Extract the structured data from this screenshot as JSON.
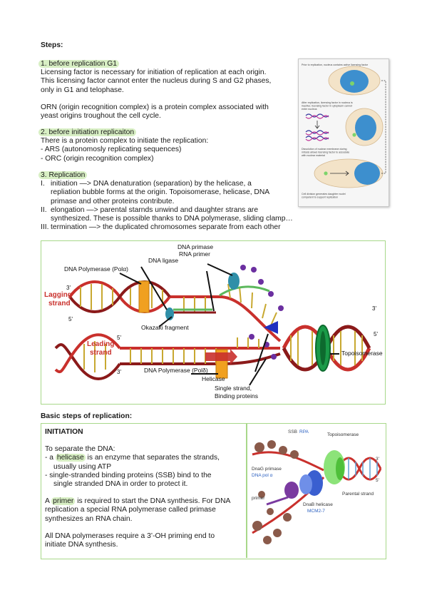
{
  "steps_heading": "Steps:",
  "sec1": {
    "title": "1. before replication G1",
    "lines": [
      "Licensing factor is necessary for initiation of replication at each origin.",
      "This licensing factor cannot enter the nucleus during S and G2 phases,",
      "only in G1 and telophase."
    ],
    "orn_lines": [
      "ORN (origin recognition complex) is a protein complex associated with",
      "yeast origins troughout the cell cycle."
    ]
  },
  "sec2": {
    "title": "2. before initiation replicaiton",
    "lines": [
      "There is a protein complex to initiate the replication:",
      "-  ARS (autonomosly replicating sequences)",
      "-  ORC (origin recognition complex)"
    ]
  },
  "sec3": {
    "title": "3. Replication",
    "items": [
      {
        "num": "I.",
        "lines": [
          "initiation —> DNA denaturation (separation) by the helicase, a",
          "repliation bubble forms at the origin. Topoisomerase, helicase, DNA",
          "primase and other proteins contribute."
        ]
      },
      {
        "num": "II.",
        "lines": [
          "elongation —> parental starnds unwind and daughter strans are",
          "synthesized. These is possible thanks to DNA polymerase, sliding clamp…"
        ]
      },
      {
        "num": "III.",
        "lines": [
          "termination —> the duplicated chromosomes separate from each other"
        ]
      }
    ]
  },
  "licensing_figure": {
    "caption1": "Prior to replication, nucleus contains active licensing factor",
    "caption2": [
      "After replication, licensing factor in nucleus is",
      "inactive; licensing factor in cytoplasm cannot",
      "enter nucleus"
    ],
    "caption3": [
      "Dissolution of nuclear membrane during",
      "mitosis allows licensing factor to associate",
      "with nuclear material"
    ],
    "caption4": [
      "Cell division generates daughter nuclei",
      "competent to support replication"
    ]
  },
  "fork_diagram": {
    "dna_primase": "DNA primase",
    "rna_primer": "RNA primer",
    "dna_ligase": "DNA ligase",
    "pol_alpha": "DNA Polymerase (Polα)",
    "lagging1": "Lagging",
    "lagging2": "strand",
    "okazaki": "Okazaki fragment",
    "leading1": "Leading",
    "leading2": "strand",
    "pol_delta": "DNA Polymerase (Polδ)",
    "helicase": "Helicase",
    "ssb1": "Single strand,",
    "ssb2": "Binding proteins",
    "topo": "Topoisomerase",
    "end3a": "3'",
    "end5a": "5'",
    "end5b": "5'",
    "end3b": "3'",
    "end3c": "3'",
    "end5c": "5'"
  },
  "basic_heading": "Basic steps of replication:",
  "initiation": {
    "title": "INITIATION",
    "intro": "To separate the DNA:",
    "b1_pre": "-  a ",
    "b1_hl": "helicase",
    "b1_post": " is an enzyme that separates the strands,",
    "b1_line2": "usually using ATP",
    "b2_line1": "-  single-stranded binding proteins (SSB) bind to the",
    "b2_line2": "single stranded DNA in order to protect it.",
    "p2_pre": "A ",
    "p2_hl": "primer",
    "p2_post": " is required to start the DNA synthesis. For DNA",
    "p2_line2": "replication a special RNA polymerase called primase",
    "p2_line3": "synthesizes an RNA chain.",
    "p3_line1": "All DNA polymerases require a 3’-OH priming end to",
    "p3_line2": "initiate DNA synthesis."
  },
  "init_figure": {
    "ssb": "SSB",
    "rpa": "RPA",
    "topo": "Topoisomerase",
    "dnag": "DnaG primase",
    "pol_a": "DNA pol α",
    "primer": "primer",
    "dnab": "DnaB helicase",
    "mcm": "MCM2-7",
    "parental": "Parental strand",
    "e3": "3'",
    "e5": "5'"
  }
}
